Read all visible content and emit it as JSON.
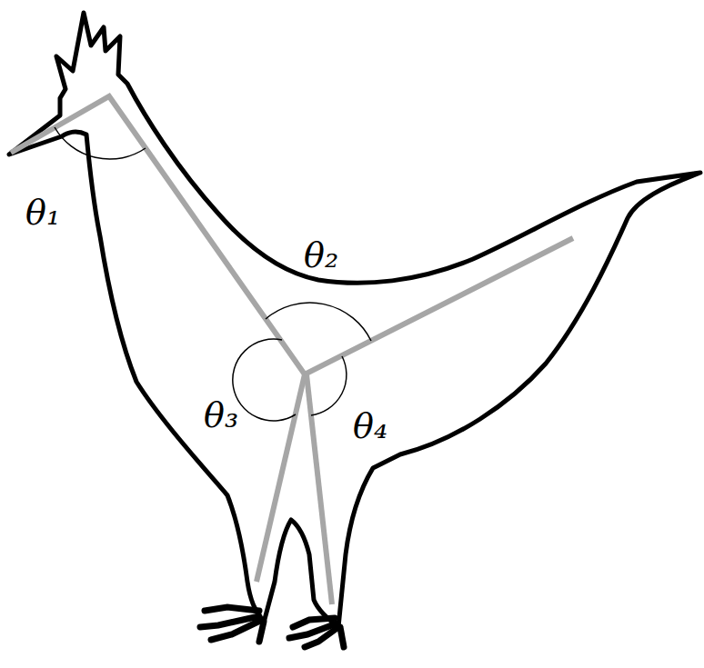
{
  "diagram": {
    "labels": [
      "θ₁",
      "θ₂",
      "θ₃",
      "θ₄"
    ]
  }
}
